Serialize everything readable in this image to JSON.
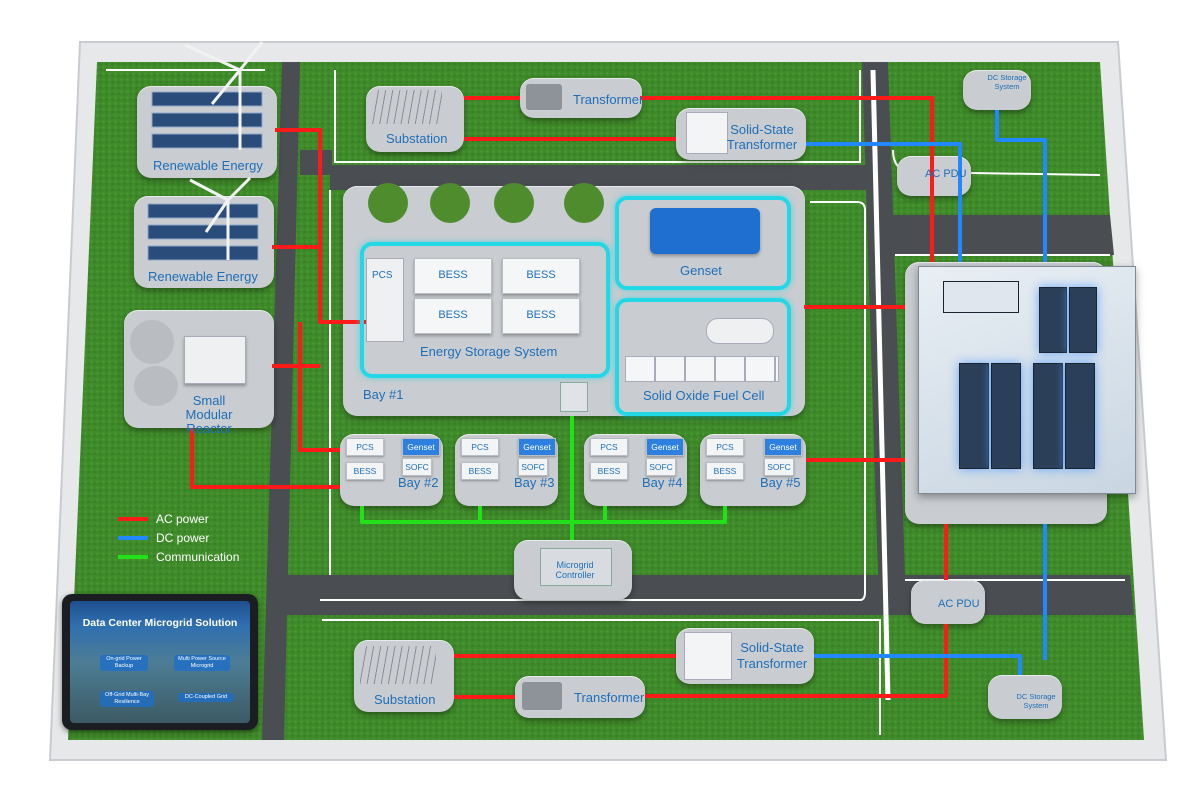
{
  "labels": {
    "renewable_energy_1": "Renewable Energy",
    "renewable_energy_2": "Renewable Energy",
    "small_modular_reactor": "Small Modular Reactor",
    "substation_top": "Substation",
    "transformer_top": "Transformer",
    "solid_state_transformer_top": "Solid-State Transformer",
    "dc_storage_top": "DC Storage System",
    "ac_pdu_top": "AC PDU",
    "genset": "Genset",
    "energy_storage_system": "Energy Storage System",
    "pcs": "PCS",
    "bess": "BESS",
    "solid_oxide_fuel_cell": "Solid Oxide Fuel Cell",
    "bay1": "Bay #1",
    "bay2": "Bay #2",
    "bay3": "Bay #3",
    "bay4": "Bay #4",
    "bay5": "Bay #5",
    "sofc": "SOFC",
    "microgrid_controller": "Microgrid Controller",
    "ac_pdu_bottom": "AC PDU",
    "substation_bottom": "Substation",
    "transformer_bottom": "Transformer",
    "solid_state_transformer_bottom": "Solid-State Transformer",
    "dc_storage_bottom": "DC Storage System"
  },
  "legend": [
    {
      "label": "AC power",
      "color": "#ff1a1a"
    },
    {
      "label": "DC power",
      "color": "#2288ff"
    },
    {
      "label": "Communication",
      "color": "#22e01a"
    }
  ],
  "tablet": {
    "title": "Data Center Microgrid Solution",
    "items": [
      "On-grid Power Backup",
      "Multi Power Source Microgrid",
      "Off-Grid Multi-Bay Resilience",
      "DC-Coupled Grid"
    ]
  },
  "colors": {
    "ac_power": "#ff1a1a",
    "dc_power": "#2288ff",
    "communication": "#22e01a",
    "highlight": "#22d8e6",
    "label_text": "#1f6fb8"
  }
}
